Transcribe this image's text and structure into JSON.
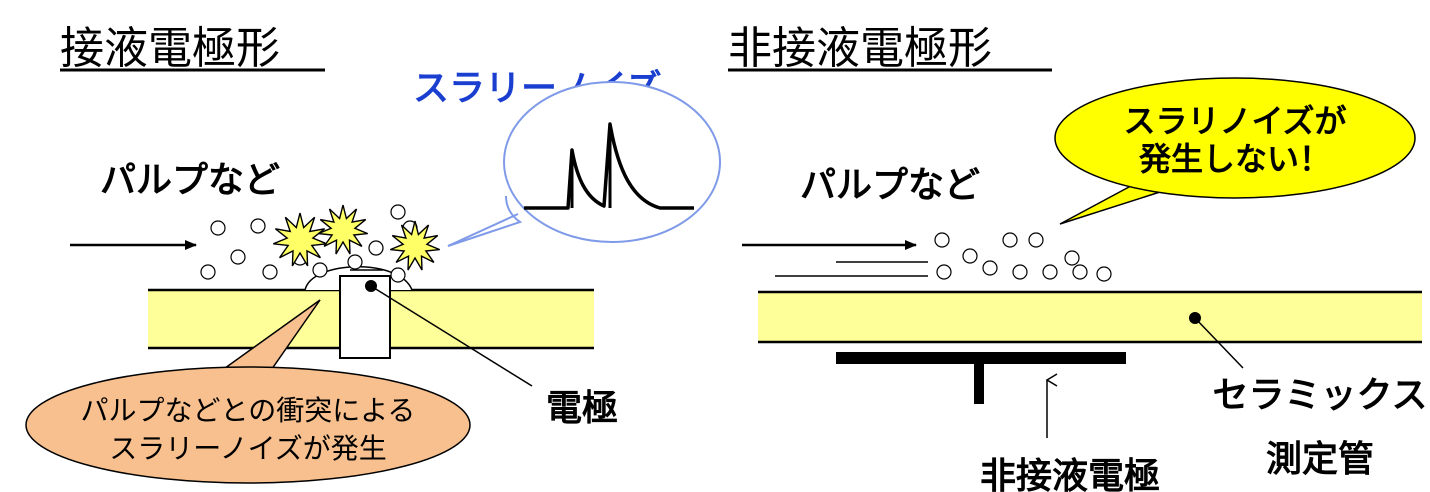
{
  "left": {
    "title": "接液電極形",
    "slurry_noise_label": "スラリーノイズ",
    "pulp_label": "パルプなど",
    "electrode_label": "電極",
    "collision_callout": [
      "パルプなどとの衝突による",
      "スラリーノイズが発生"
    ]
  },
  "right": {
    "title": "非接液電極形",
    "pulp_label": "パルプなど",
    "no_noise_callout": [
      "スラリノイズが",
      "発生しない！"
    ],
    "electrode_label": "非接液電極",
    "tube_label": [
      "セラミックス",
      "測定管"
    ]
  },
  "colors": {
    "tube_fill": "#ffff99",
    "callout_orange": "#f8c08e",
    "callout_yellow": "#ffff00",
    "noise_blue": "#1a3fd0",
    "bubble_blue": "#7f9ae8",
    "burst_fill": "#ffff66"
  }
}
